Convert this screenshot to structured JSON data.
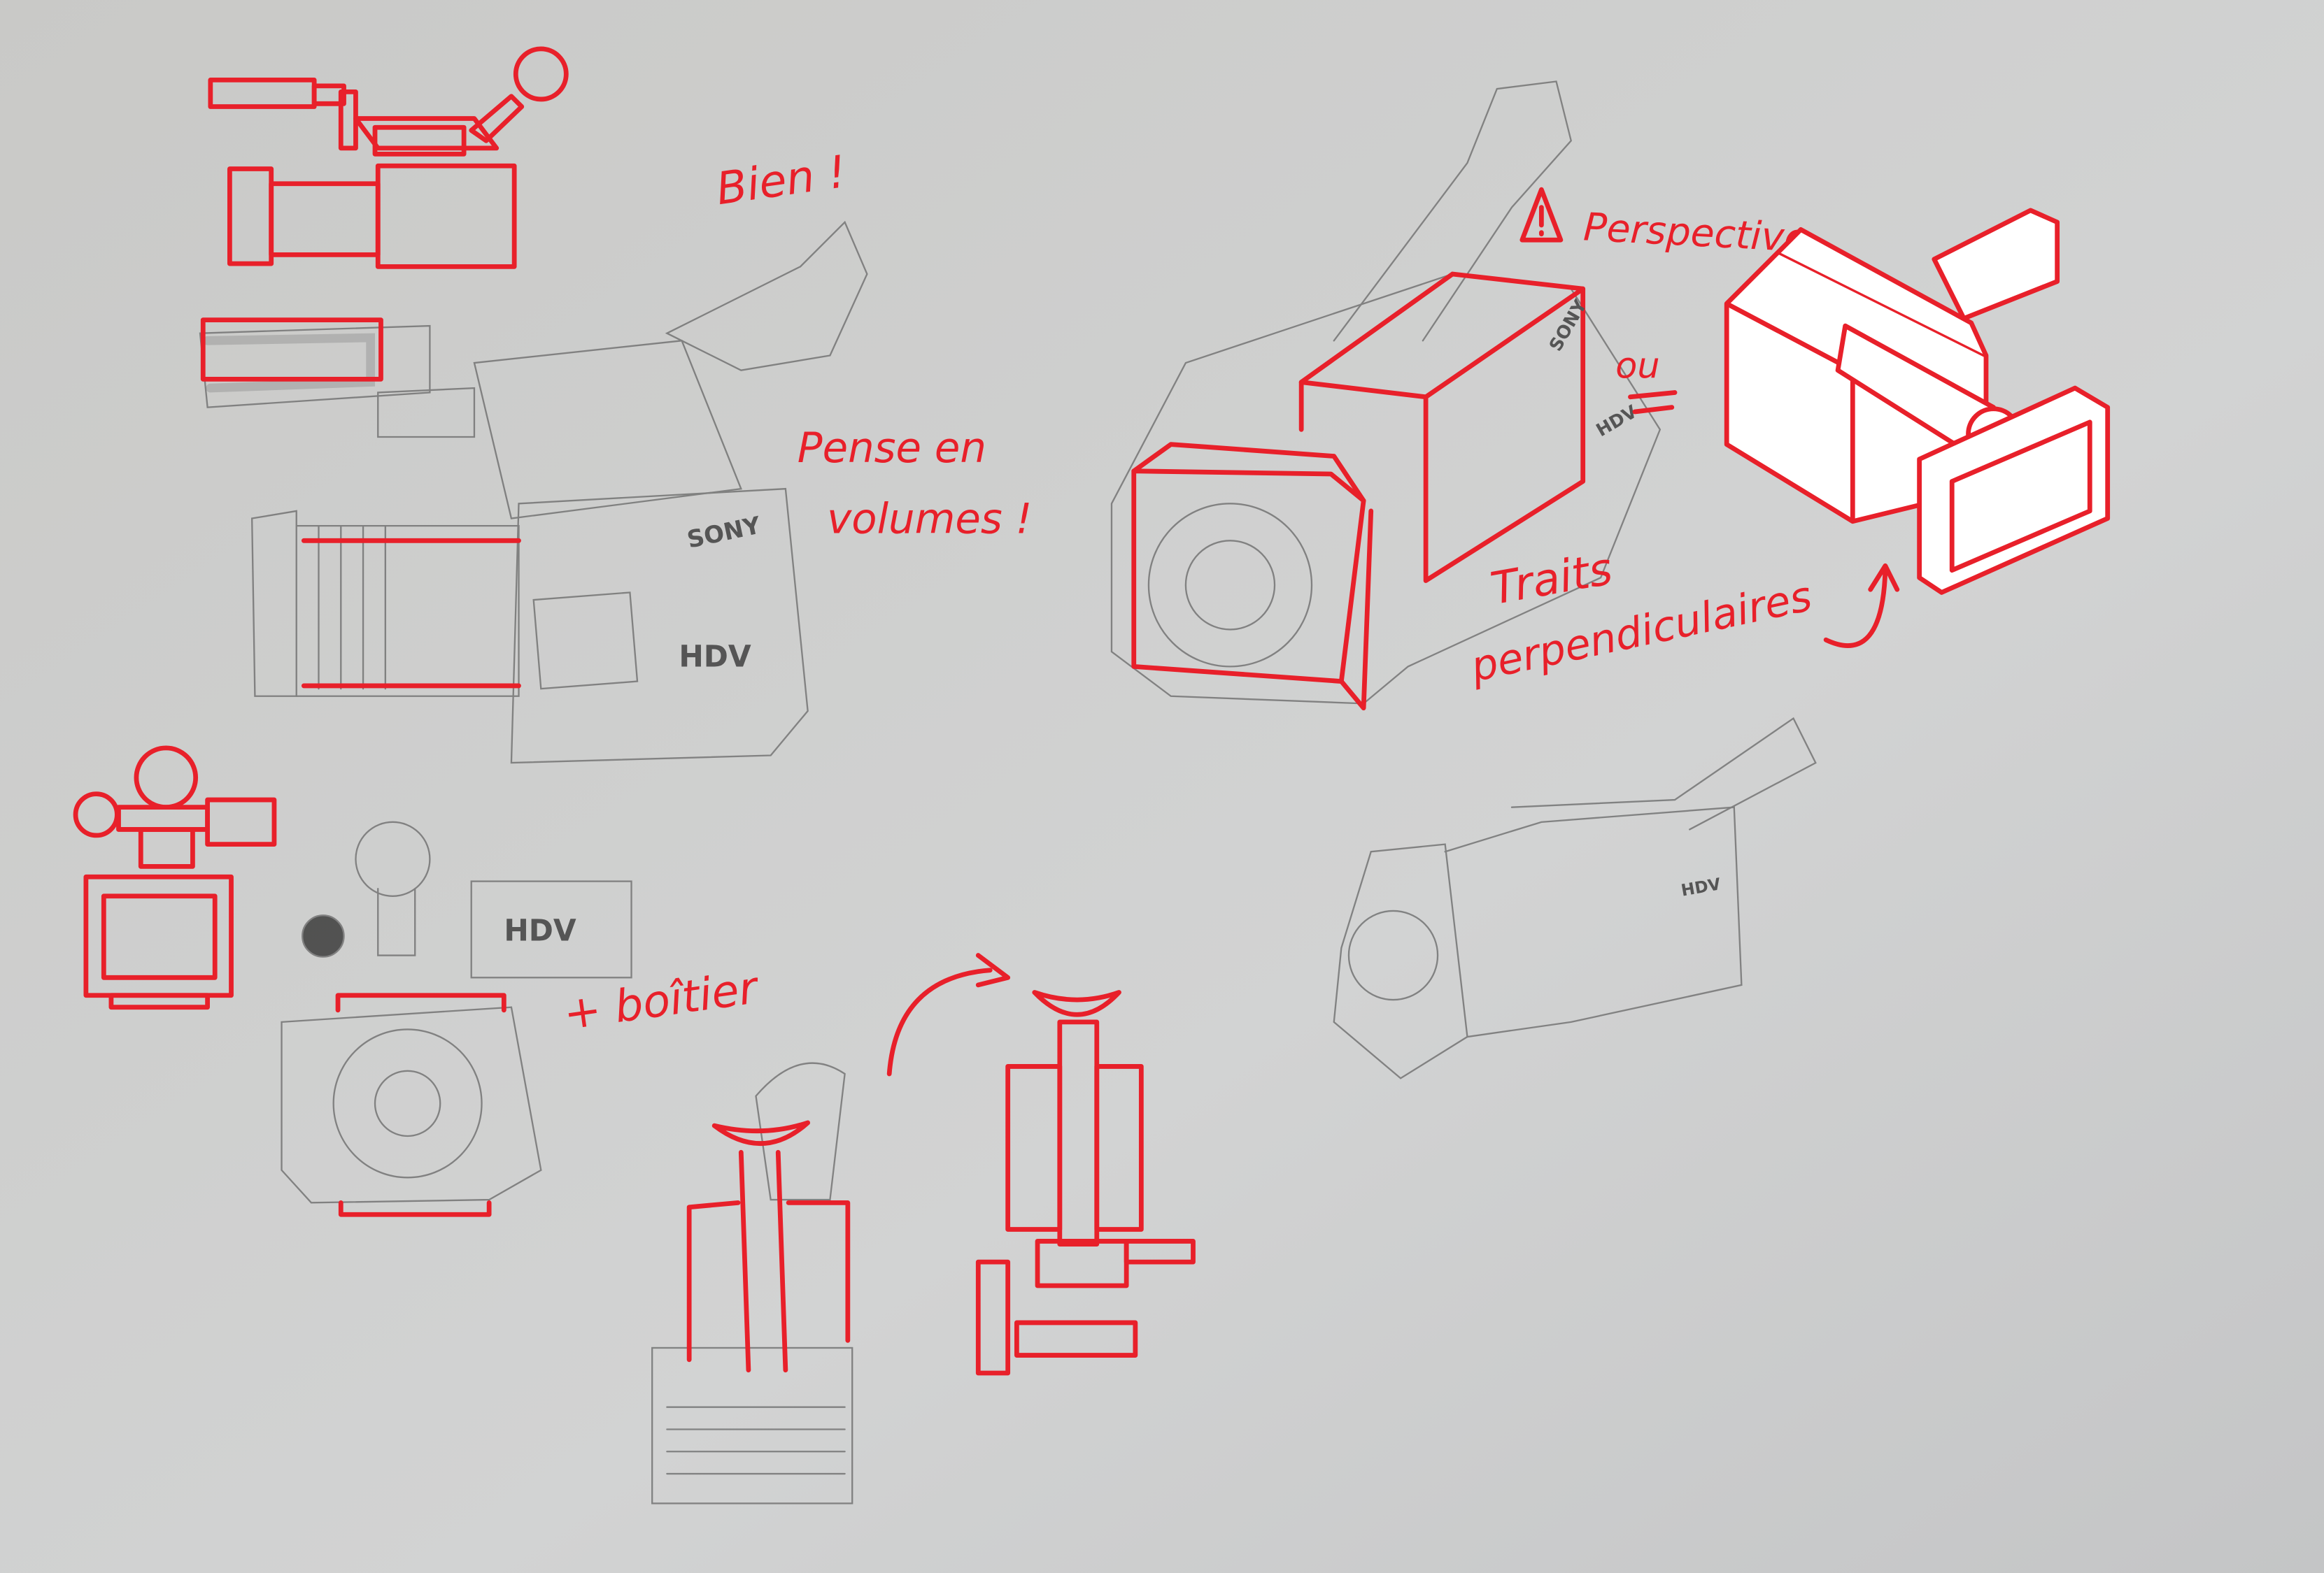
{
  "colors": {
    "annotation": "#e8202a",
    "paper": "#c8c8c6",
    "pencil": "#6e6e6e"
  },
  "annotations": {
    "bien": "Bien !",
    "pense_line1": "Pense en",
    "pense_line2": "volumes !",
    "perspective": "Perspective",
    "ou": "ou",
    "traits_line1": "Traits",
    "traits_line2": "perpendiculaires",
    "boitier": "+ boîtier"
  },
  "pencil_labels": {
    "sony_left": "SONY",
    "hdv_left": "HDV",
    "sony_right": "SONY",
    "hdv_right": "HDV",
    "hdv_lower_right": "HDV",
    "hdv_box": "HDV"
  }
}
